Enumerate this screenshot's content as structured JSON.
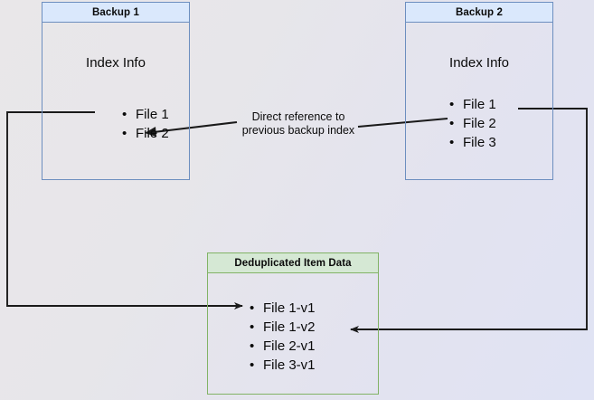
{
  "diagram": {
    "title_hidden": "",
    "background": {
      "gradient_from": "#e9e7e9",
      "gradient_to": "#e0e3f4"
    },
    "colors": {
      "blue_fill": "#dae8fc",
      "blue_stroke": "#6c8ebf",
      "green_fill": "#d5e8d4",
      "green_stroke": "#82b366",
      "line": "#1a1a1a",
      "text": "#0a0a0a"
    },
    "nodes": {
      "backup1": {
        "header": "Backup 1",
        "section_title": "Index Info",
        "items": [
          "File 1",
          "File 2"
        ]
      },
      "backup2": {
        "header": "Backup 2",
        "section_title": "Index Info",
        "items": [
          "File 1",
          "File 2",
          "File 3"
        ]
      },
      "dedup": {
        "header": "Deduplicated Item Data",
        "items": [
          "File 1-v1",
          "File 1-v2",
          "File 2-v1",
          "File 3-v1"
        ]
      }
    },
    "edges": {
      "direct_reference_label": "Direct reference to\nprevious backup index"
    }
  }
}
